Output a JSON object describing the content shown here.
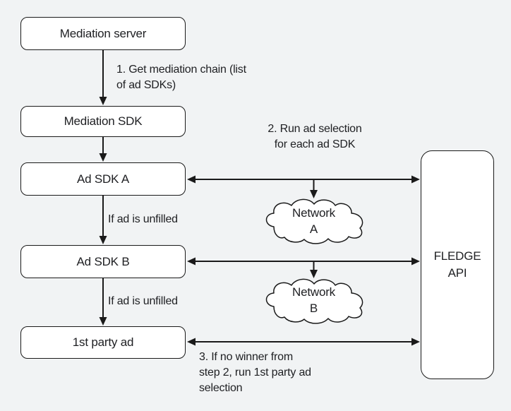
{
  "colors": {
    "background": "#f1f3f4",
    "node_fill": "#ffffff",
    "stroke": "#1a1a1a",
    "text": "#202124"
  },
  "nodes": {
    "mediation_server": "Mediation server",
    "mediation_sdk": "Mediation SDK",
    "ad_sdk_a": "Ad SDK A",
    "ad_sdk_b": "Ad SDK B",
    "first_party_ad": "1st party ad",
    "fledge_api": "FLEDGE\nAPI",
    "network_a": "Network\nA",
    "network_b": "Network\nB"
  },
  "annotations": {
    "step1": "1. Get mediation chain (list\nof ad SDKs)",
    "step2": "2. Run ad selection\nfor each ad SDK",
    "unfilled_a": "If ad is unfilled",
    "unfilled_b": "If ad is unfilled",
    "step3": "3. If no winner from\nstep 2, run 1st party ad\nselection"
  }
}
